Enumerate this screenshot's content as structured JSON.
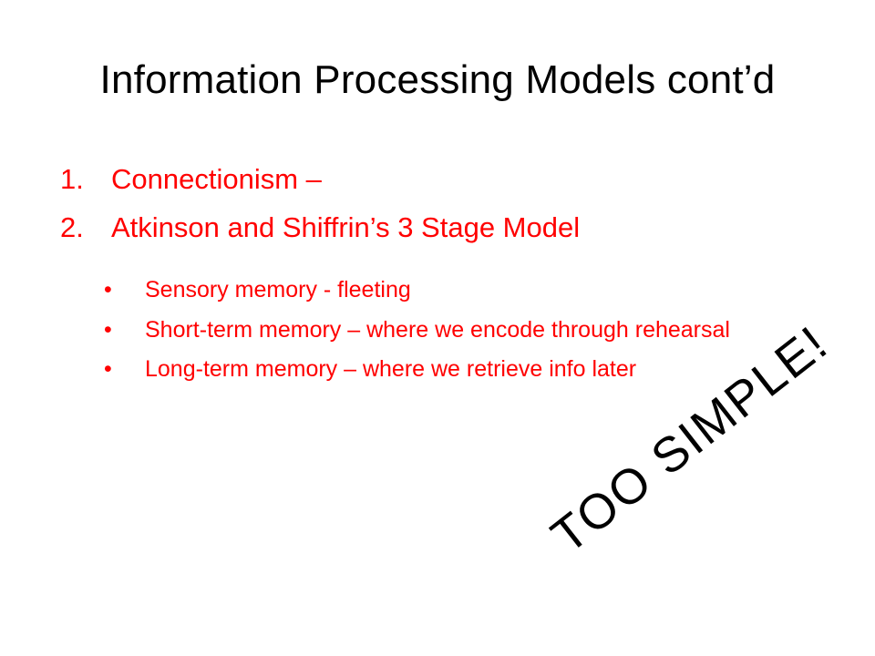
{
  "slide": {
    "title": "Information Processing Models cont’d",
    "numbered_items": [
      {
        "marker": "1.",
        "text": "Connectionism –"
      },
      {
        "marker": "2.",
        "text": "Atkinson and Shiffrin’s 3 Stage Model"
      }
    ],
    "bullets": [
      {
        "marker": "•",
        "text": "Sensory memory - fleeting"
      },
      {
        "marker": "•",
        "text": "Short-term memory – where we encode through rehearsal"
      },
      {
        "marker": "•",
        "text": "Long-term memory – where we retrieve info later"
      }
    ],
    "stamp": "TOO SIMPLE!",
    "colors": {
      "background": "#ffffff",
      "title": "#000000",
      "body": "#ff0000",
      "stamp": "#000000"
    }
  }
}
